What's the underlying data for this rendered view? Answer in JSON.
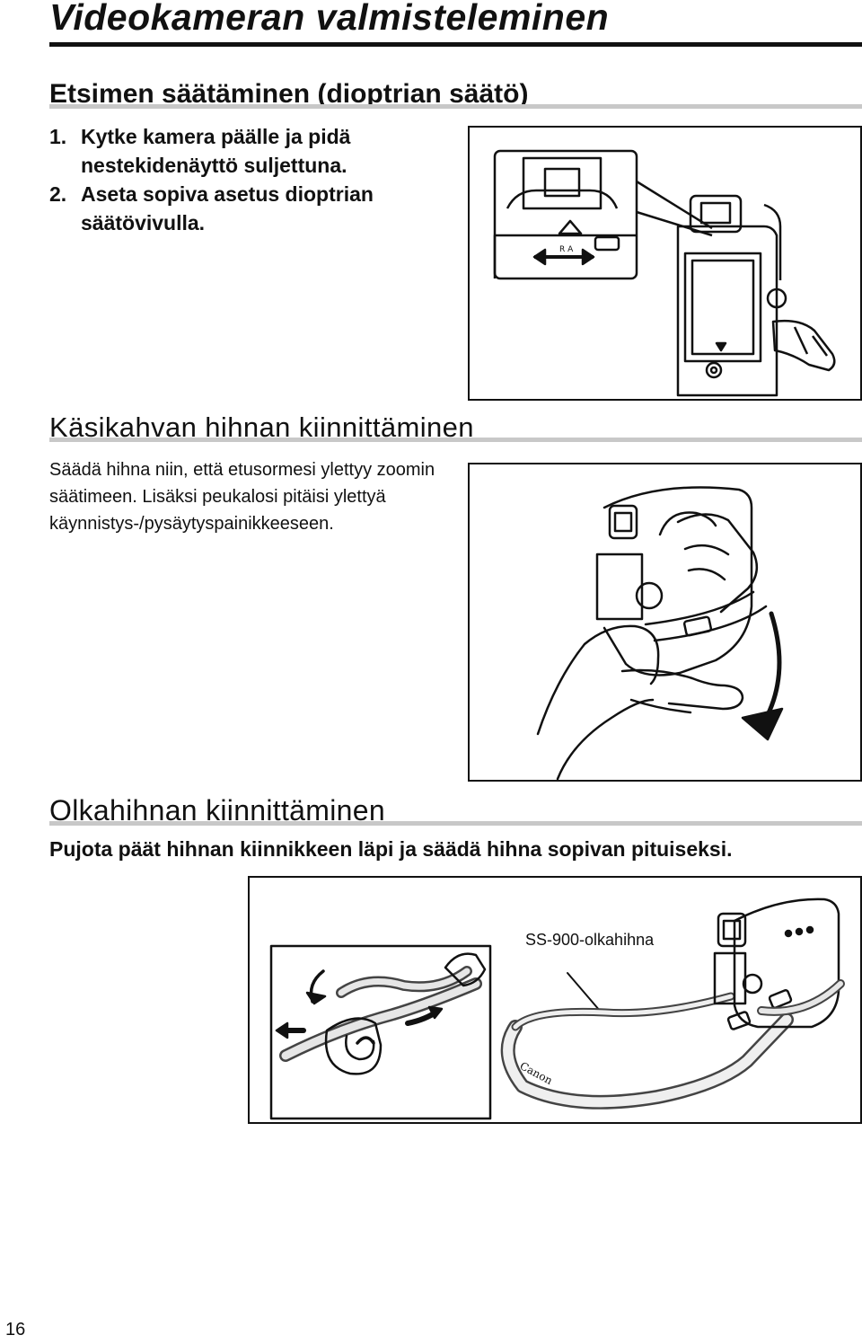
{
  "page": {
    "title": "Videokameran valmisteleminen",
    "number": "16"
  },
  "section_diopter": {
    "heading": "Etsimen säätäminen (dioptrian säätö)",
    "steps": [
      {
        "num": "1.",
        "text": "Kytke kamera päälle ja pidä nestekidenäyttö suljettuna."
      },
      {
        "num": "2.",
        "text": "Aseta sopiva asetus dioptrian säätövivulla."
      }
    ]
  },
  "section_grip": {
    "heading": "Käsikahvan hihnan kiinnittäminen",
    "text": "Säädä hihna niin, että etusormesi ylettyy zoomin säätimeen. Lisäksi peukalosi pitäisi ylettyä käynnistys-/pysäytyspainikkeeseen."
  },
  "section_shoulder": {
    "heading": "Olkahihnan kiinnittäminen",
    "text": "Pujota päät hihnan kiinnikkeen läpi ja säädä hihna sopivan pituiseksi.",
    "callout": "SS-900-olkahihna"
  },
  "illustrations": {
    "strap_brand": "Canon"
  }
}
